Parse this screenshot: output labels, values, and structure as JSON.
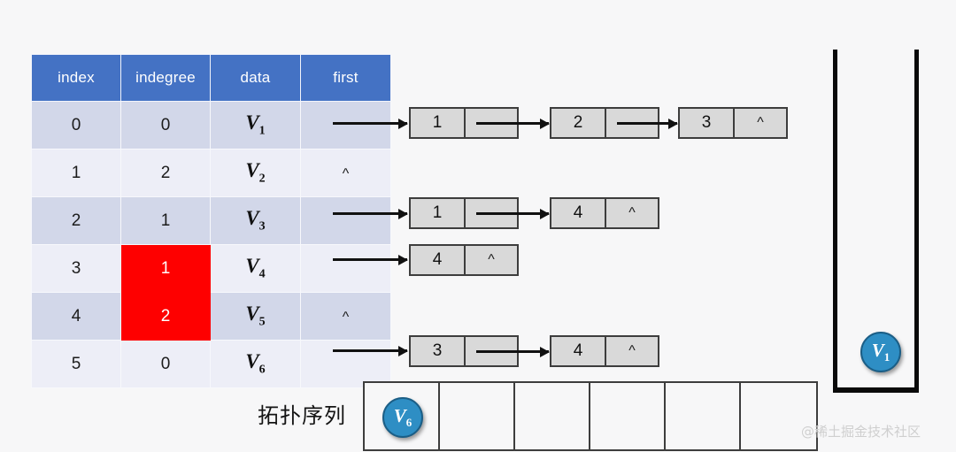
{
  "background_color": "#f7f7f8",
  "table": {
    "name": "adjacency-list-table",
    "header_color": "#4472c4",
    "highlight_color": "#fe0000",
    "columns": [
      "index",
      "indegree",
      "data",
      "first"
    ],
    "rows": [
      {
        "index": "0",
        "indegree": "0",
        "data_v": "V",
        "data_sub": "1",
        "first": "arrow",
        "indegree_hot": false
      },
      {
        "index": "1",
        "indegree": "2",
        "data_v": "V",
        "data_sub": "2",
        "first": "^",
        "indegree_hot": false
      },
      {
        "index": "2",
        "indegree": "1",
        "data_v": "V",
        "data_sub": "3",
        "first": "arrow",
        "indegree_hot": false
      },
      {
        "index": "3",
        "indegree": "1",
        "data_v": "V",
        "data_sub": "4",
        "first": "arrow",
        "indegree_hot": true
      },
      {
        "index": "4",
        "indegree": "2",
        "data_v": "V",
        "data_sub": "5",
        "first": "^",
        "indegree_hot": true
      },
      {
        "index": "5",
        "indegree": "0",
        "data_v": "V",
        "data_sub": "6",
        "first": "arrow",
        "indegree_hot": false
      }
    ]
  },
  "adjacency_lists": [
    {
      "row": 0,
      "nodes": [
        {
          "value": "1",
          "ptr": "link"
        },
        {
          "value": "2",
          "ptr": "link"
        },
        {
          "value": "3",
          "ptr": "^"
        }
      ]
    },
    {
      "row": 2,
      "nodes": [
        {
          "value": "1",
          "ptr": "link"
        },
        {
          "value": "4",
          "ptr": "^"
        }
      ]
    },
    {
      "row": 3,
      "nodes": [
        {
          "value": "4",
          "ptr": "^"
        }
      ]
    },
    {
      "row": 5,
      "nodes": [
        {
          "value": "3",
          "ptr": "link"
        },
        {
          "value": "4",
          "ptr": "^"
        }
      ]
    }
  ],
  "stack": {
    "name": "vertex-stack",
    "items": [
      {
        "v": "V",
        "sub": "1"
      }
    ]
  },
  "topological_sequence": {
    "label": "拓扑序列",
    "cell_count": 6,
    "cells": [
      {
        "v": "V",
        "sub": "6"
      },
      null,
      null,
      null,
      null,
      null
    ]
  },
  "watermark": "@稀土掘金技术社区"
}
